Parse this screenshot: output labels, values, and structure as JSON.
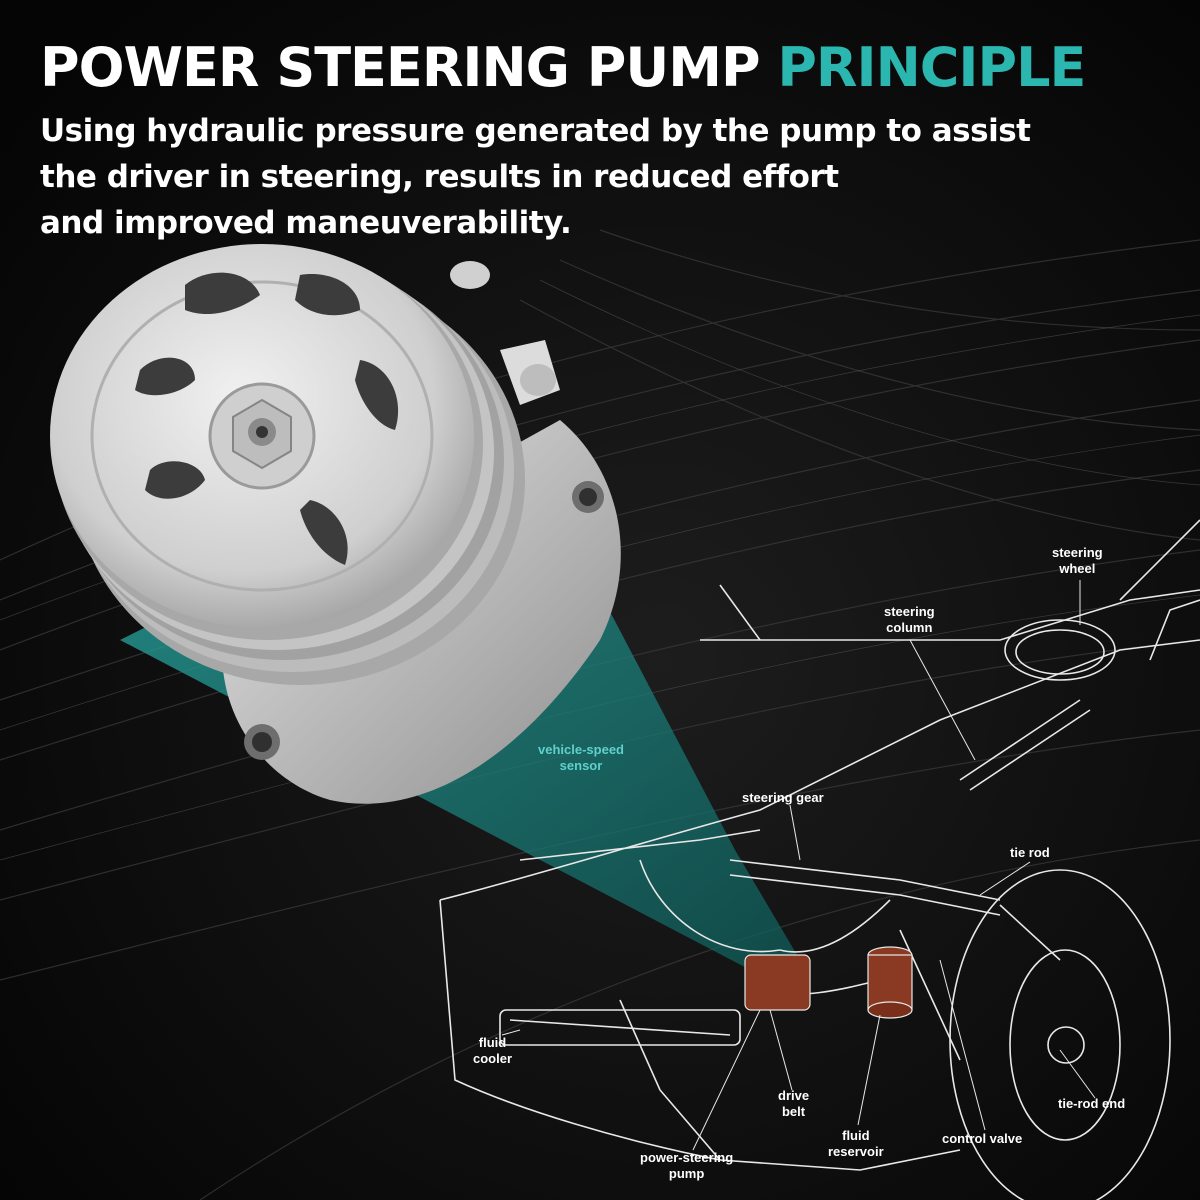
{
  "header": {
    "title_main": "POWER STEERING PUMP ",
    "title_accent": "PRINCIPLE",
    "subtitle_lines": [
      "Using hydraulic pressure generated by the pump to assist",
      "the driver in steering, results in reduced effort",
      "and improved maneuverability."
    ]
  },
  "colors": {
    "accent": "#2bb6b0",
    "background": "#0b0b0b",
    "text": "#ffffff",
    "highlight": "#8a3a22"
  },
  "diagram": {
    "labels": {
      "steering_wheel": [
        "steering",
        "wheel"
      ],
      "steering_column": [
        "steering",
        "column"
      ],
      "vehicle_speed_sensor": [
        "vehicle-speed",
        "sensor"
      ],
      "steering_gear": [
        "steering gear"
      ],
      "tie_rod": [
        "tie rod"
      ],
      "fluid_cooler": [
        "fluid",
        "cooler"
      ],
      "drive_belt": [
        "drive",
        "belt"
      ],
      "tie_rod_end": [
        "tie-rod end"
      ],
      "fluid_reservoir": [
        "fluid",
        "reservoir"
      ],
      "control_valve": [
        "control valve"
      ],
      "power_steering_pump": [
        "power-steering",
        "pump"
      ]
    }
  }
}
